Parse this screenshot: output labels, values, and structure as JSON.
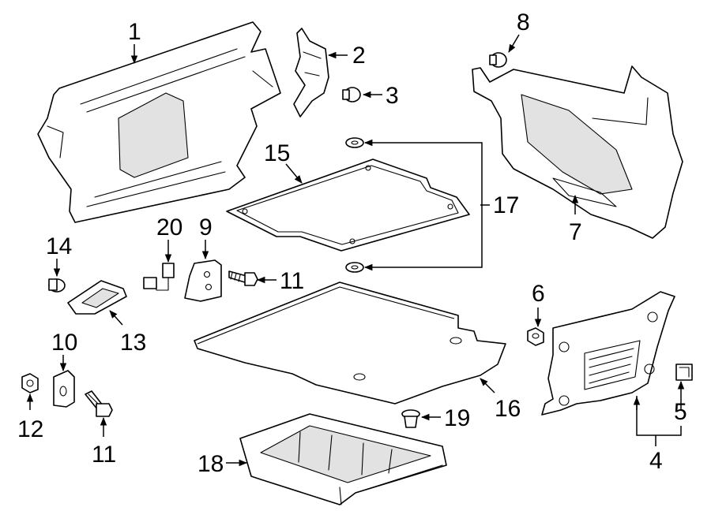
{
  "callouts": {
    "c1": "1",
    "c2": "2",
    "c3": "3",
    "c4": "4",
    "c5": "5",
    "c6": "6",
    "c7": "7",
    "c8": "8",
    "c9": "9",
    "c10": "10",
    "c11a": "11",
    "c11b": "11",
    "c12": "12",
    "c13": "13",
    "c14": "14",
    "c15": "15",
    "c16": "16",
    "c17": "17",
    "c18": "18",
    "c19": "19",
    "c20": "20"
  },
  "colors": {
    "line": "#000000",
    "fill": "#ffffff",
    "shade": "#e2e2e2"
  }
}
